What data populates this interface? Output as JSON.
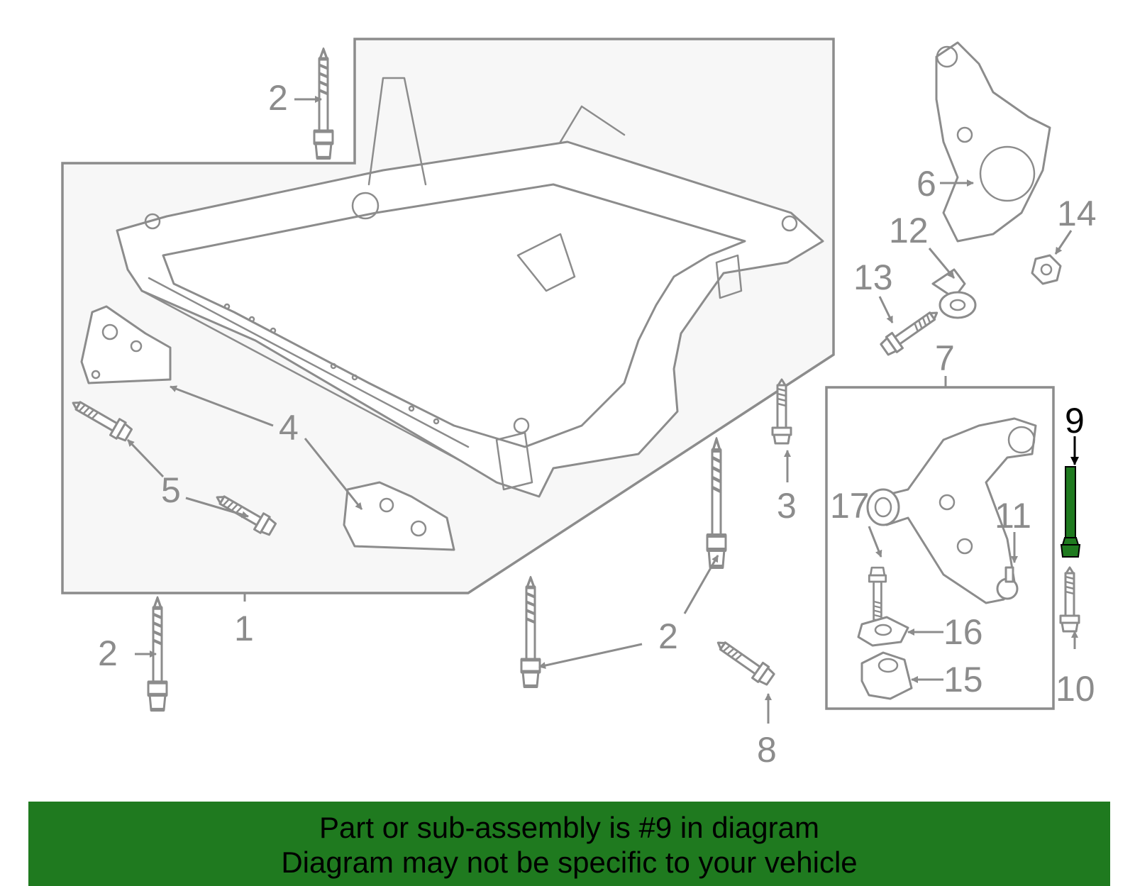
{
  "diagram": {
    "callouts": [
      {
        "id": "1",
        "text": "1"
      },
      {
        "id": "2",
        "text": "2"
      },
      {
        "id": "3",
        "text": "3"
      },
      {
        "id": "4",
        "text": "4"
      },
      {
        "id": "5",
        "text": "5"
      },
      {
        "id": "6",
        "text": "6"
      },
      {
        "id": "7",
        "text": "7"
      },
      {
        "id": "8",
        "text": "8"
      },
      {
        "id": "9",
        "text": "9"
      },
      {
        "id": "10",
        "text": "10"
      },
      {
        "id": "11",
        "text": "11"
      },
      {
        "id": "12",
        "text": "12"
      },
      {
        "id": "13",
        "text": "13"
      },
      {
        "id": "14",
        "text": "14"
      },
      {
        "id": "15",
        "text": "15"
      },
      {
        "id": "16",
        "text": "16"
      },
      {
        "id": "17",
        "text": "17"
      }
    ],
    "highlighted_part": "9",
    "colors": {
      "line_art": "#8c8c8c",
      "highlight_part": "#1f7a1f",
      "highlight_label": "#000000",
      "banner_background": "#1f7a1f",
      "panel_fill": "#f7f7f7"
    }
  },
  "banner": {
    "line1": "Part or sub-assembly is #9 in diagram",
    "line2": "Diagram may not be specific to your vehicle"
  }
}
